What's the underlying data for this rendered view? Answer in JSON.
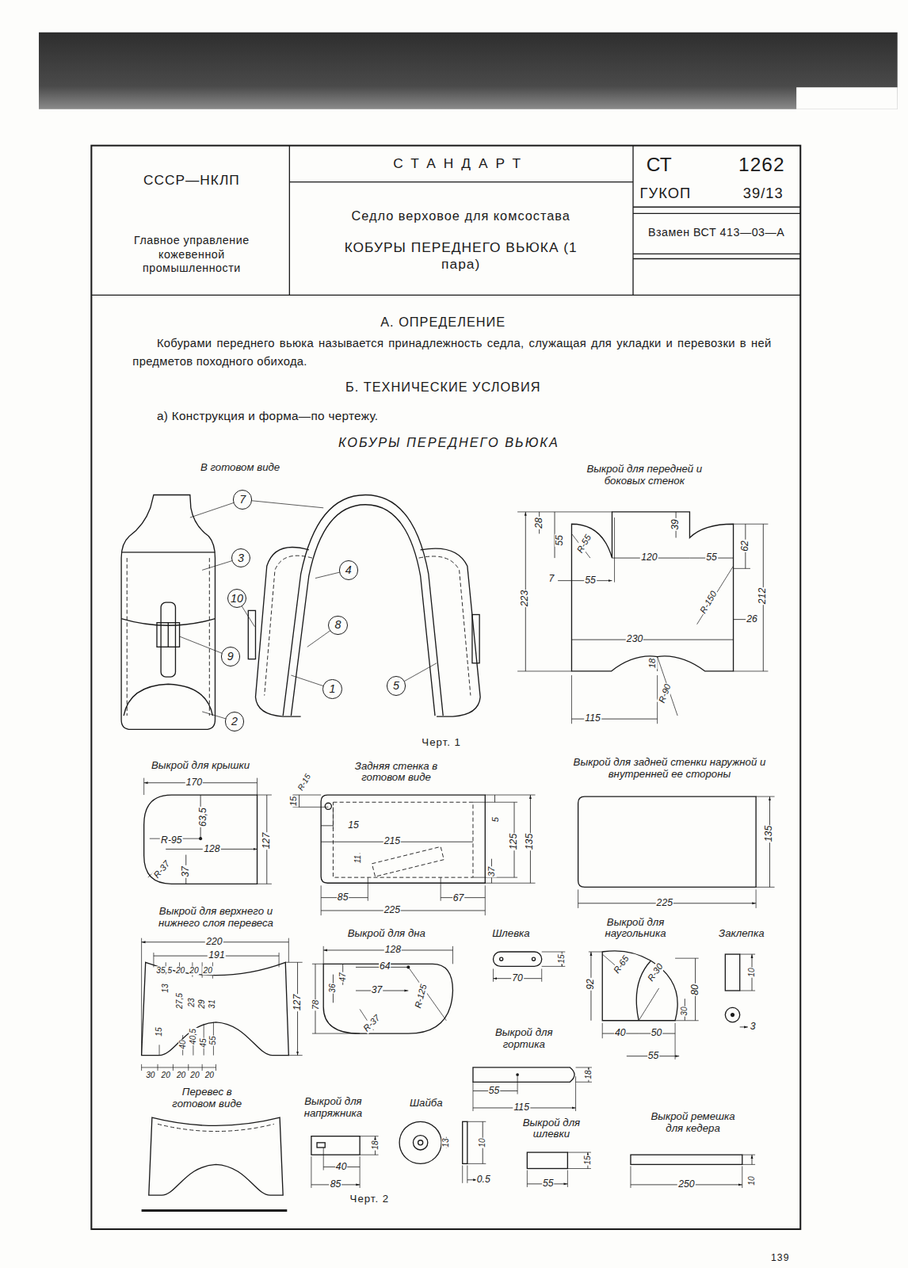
{
  "diagram": {
    "nodes": [
      {
        "text": [
          "СССР—НКЛП",
          "Главное управление кожевенной промышленности"
        ]
      },
      {
        "text": [
          "СТАНДАРТ"
        ]
      },
      {
        "text": [
          "Седло верховое для комсостава",
          "КОБУРЫ ПЕРЕДНЕГО ВЬЮКА (1 пара)"
        ]
      },
      {
        "text": [
          "СТ",
          "1262",
          "ГУКОП",
          "39/13"
        ]
      },
      {
        "text": [
          "Взамен ВСТ 413—03—А"
        ]
      },
      {
        "text": [
          "7"
        ]
      },
      {
        "text": [
          "3"
        ]
      },
      {
        "text": [
          "4"
        ]
      },
      {
        "text": [
          "10"
        ]
      },
      {
        "text": [
          "8"
        ]
      },
      {
        "text": [
          "9"
        ]
      },
      {
        "text": [
          "1"
        ]
      },
      {
        "text": [
          "5"
        ]
      },
      {
        "text": [
          "2"
        ]
      }
    ],
    "labels": [
      "А. ОПРЕДЕЛЕНИЕ",
      "Кобурами переднего вьюка называется принадлежность седла, служащая для укладки и перевозки в ней предметов походного обихода.",
      "Б. ТЕХНИЧЕСКИЕ УСЛОВИЯ",
      "а) Конструкция и форма—по чертежу.",
      "КОБУРЫ ПЕРЕДНЕГО ВЬЮКА",
      "В готовом виде",
      "Выкрой для передней и боковых стенок",
      "28",
      "55",
      "R-55",
      "7",
      "55",
      "120",
      "39",
      "55",
      "62",
      "212",
      "R-150",
      "26",
      "223",
      "230",
      "18",
      "R-90",
      "115",
      "Черт. 1",
      "Выкрой для крышки",
      "170",
      "63,5",
      "R-95",
      "128",
      "R-37",
      "37",
      "127",
      "Задняя стенка в готовом виде",
      "R-15",
      "15",
      "15",
      "215",
      "5",
      "125",
      "135",
      "11",
      "37",
      "85",
      "67",
      "225",
      "Выкрой для задней стенки наружной и внутренней ее стороны",
      "135",
      "225",
      "Выкрой для верхнего и нижнего слоя перевеса",
      "220",
      "191",
      "35,5",
      "20",
      "20",
      "20",
      "13",
      "27,5",
      "23",
      "29",
      "31",
      "127",
      "15",
      "40",
      "40,5",
      "45",
      "55",
      "30",
      "20",
      "20",
      "20",
      "20",
      "Выкрой для дна",
      "128",
      "64",
      "47",
      "36",
      "37",
      "R-125",
      "78",
      "R-37",
      "Шлевка",
      "15",
      "70",
      "Выкрой для наугольника",
      "R-65",
      "R-30",
      "92",
      "80",
      "30",
      "40",
      "50",
      "55",
      "Заклепка",
      "10",
      "3",
      "Выкрой для гортика",
      "18",
      "55",
      "115",
      "Перевес в готовом виде",
      "Выкрой для напряжника",
      "18",
      "40",
      "85",
      "Шайба",
      "13",
      "10",
      "0.5",
      "Выкрой для шлевки",
      "15",
      "55",
      "Выкрой ремешка для кедера",
      "10",
      "250",
      "Черт. 2",
      "139"
    ]
  }
}
